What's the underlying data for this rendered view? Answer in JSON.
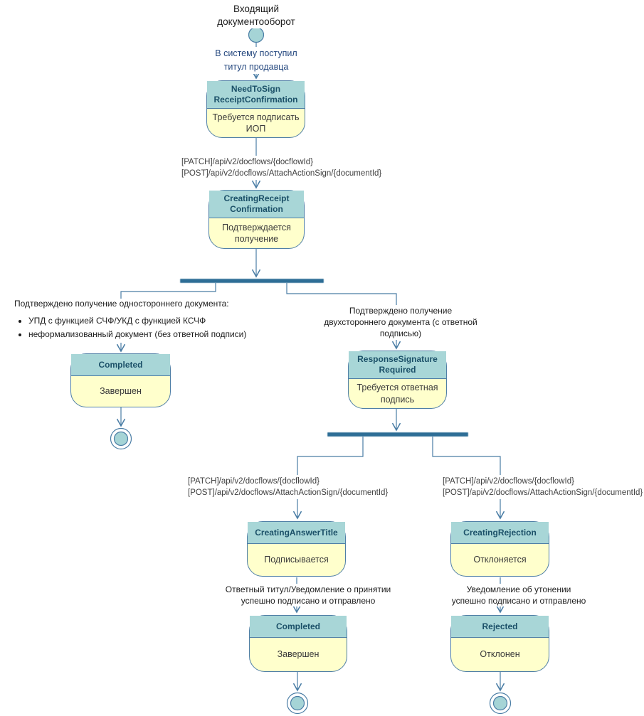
{
  "colors": {
    "state_header": "#a8d6d7",
    "state_body": "#ffffcc",
    "state_border": "#4f7fa6",
    "state_title": "#1b5068",
    "line": "#4a7da5",
    "fork_bar": "#2e6e96",
    "label_navy": "#24477e",
    "text_api": "#404040",
    "text_dark": "#1c1c1c"
  },
  "header": {
    "title": "Входящий\nдокументооборот"
  },
  "transitions": {
    "start_event": "В систему поступил\nтитул продавца",
    "api_sign_receipt": "[PATCH]/api/v2/docflows/{docflowId}\n[POST]/api/v2/docflows/AttachActionSign/{documentId}",
    "one_sided": {
      "title": "Подтверждено получение одностороннего документа:",
      "bullets": [
        "УПД с функцией СЧФ/УКД с функцией КСЧФ",
        "неформализованный документ (без ответной подписи)"
      ]
    },
    "two_sided": "Подтверждено получение\nдвухстороннего документа (с ответной подписью)",
    "api_answer": "[PATCH]/api/v2/docflows/{docflowId}\n[POST]/api/v2/docflows/AttachActionSign/{documentId}",
    "api_rejection": "[PATCH]/api/v2/docflows/{docflowId}\n[POST]/api/v2/docflows/AttachActionSign/{documentId}",
    "answer_signed": "Ответный титул/Уведомление о принятии\nуспешно подписано и отправлено",
    "rejection_signed": "Уведомление об утонении\nуспешно подписано и отправлено"
  },
  "states": {
    "need_to_sign": {
      "title": "NeedToSign\nReceiptConfirmation",
      "description": "Требуется подписать\nИОП"
    },
    "creating_receipt": {
      "title": "CreatingReceipt\nConfirmation",
      "description": "Подтверждается\nполучение"
    },
    "completed_left": {
      "title": "Completed",
      "description": "Завершен"
    },
    "response_signature": {
      "title": "ResponseSignature\nRequired",
      "description": "Требуется ответная\nподпись"
    },
    "creating_answer": {
      "title": "CreatingAnswerTitle",
      "description": "Подписывается"
    },
    "creating_rejection": {
      "title": "CreatingRejection",
      "description": "Отклоняется"
    },
    "completed_bottom": {
      "title": "Completed",
      "description": "Завершен"
    },
    "rejected": {
      "title": "Rejected",
      "description": "Отклонен"
    }
  }
}
